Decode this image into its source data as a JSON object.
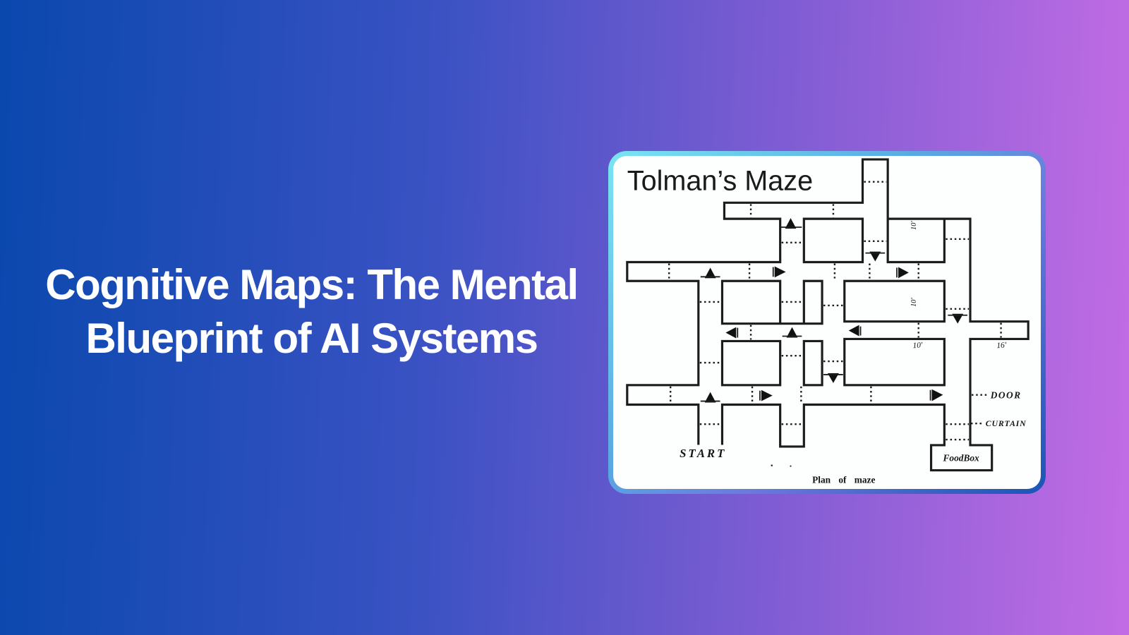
{
  "background": {
    "gradient_left": "#0a48ae",
    "gradient_right": "#c26ce4"
  },
  "headline": {
    "line1": "Cognitive Maps: The Mental",
    "line2": "Blueprint of AI Systems",
    "color": "#ffffff"
  },
  "card": {
    "title": "Tolman’s Maze",
    "caption": "Plan of maze",
    "border_gradient_start": "#7ae5f2",
    "border_gradient_end": "#1b55b5",
    "background": "#fdfefe"
  },
  "maze": {
    "ink_color": "#1c1c1c",
    "labels": {
      "start": "START",
      "door": "DOOR",
      "curtain": "CURTAIN",
      "foodbox": "FoodBox"
    },
    "measurements": {
      "bottom_left": "10'",
      "bottom_right": "16'",
      "rotated_upper": "10'",
      "rotated_lower": "10'"
    }
  }
}
